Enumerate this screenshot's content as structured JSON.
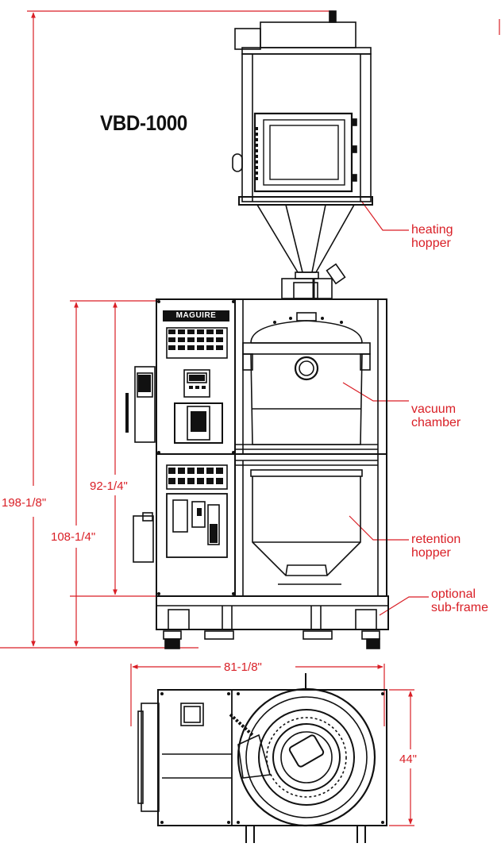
{
  "title": "VBD-1000",
  "dimensions": {
    "total_height": "198-1/8\"",
    "height_with_subframe": "108-1/4\"",
    "height_without_subframe": "92-1/4\"",
    "width": "81-1/8\"",
    "depth": "44\""
  },
  "callouts": {
    "heating_hopper": [
      "heating",
      "hopper"
    ],
    "vacuum_chamber": [
      "vacuum",
      "chamber"
    ],
    "retention_hopper": [
      "retention",
      "hopper"
    ],
    "optional_subframe": [
      "optional",
      "sub-frame"
    ]
  },
  "logo_text": "MAGUIRE",
  "colors": {
    "dimension": "#d91f26",
    "drawing": "#111111"
  }
}
